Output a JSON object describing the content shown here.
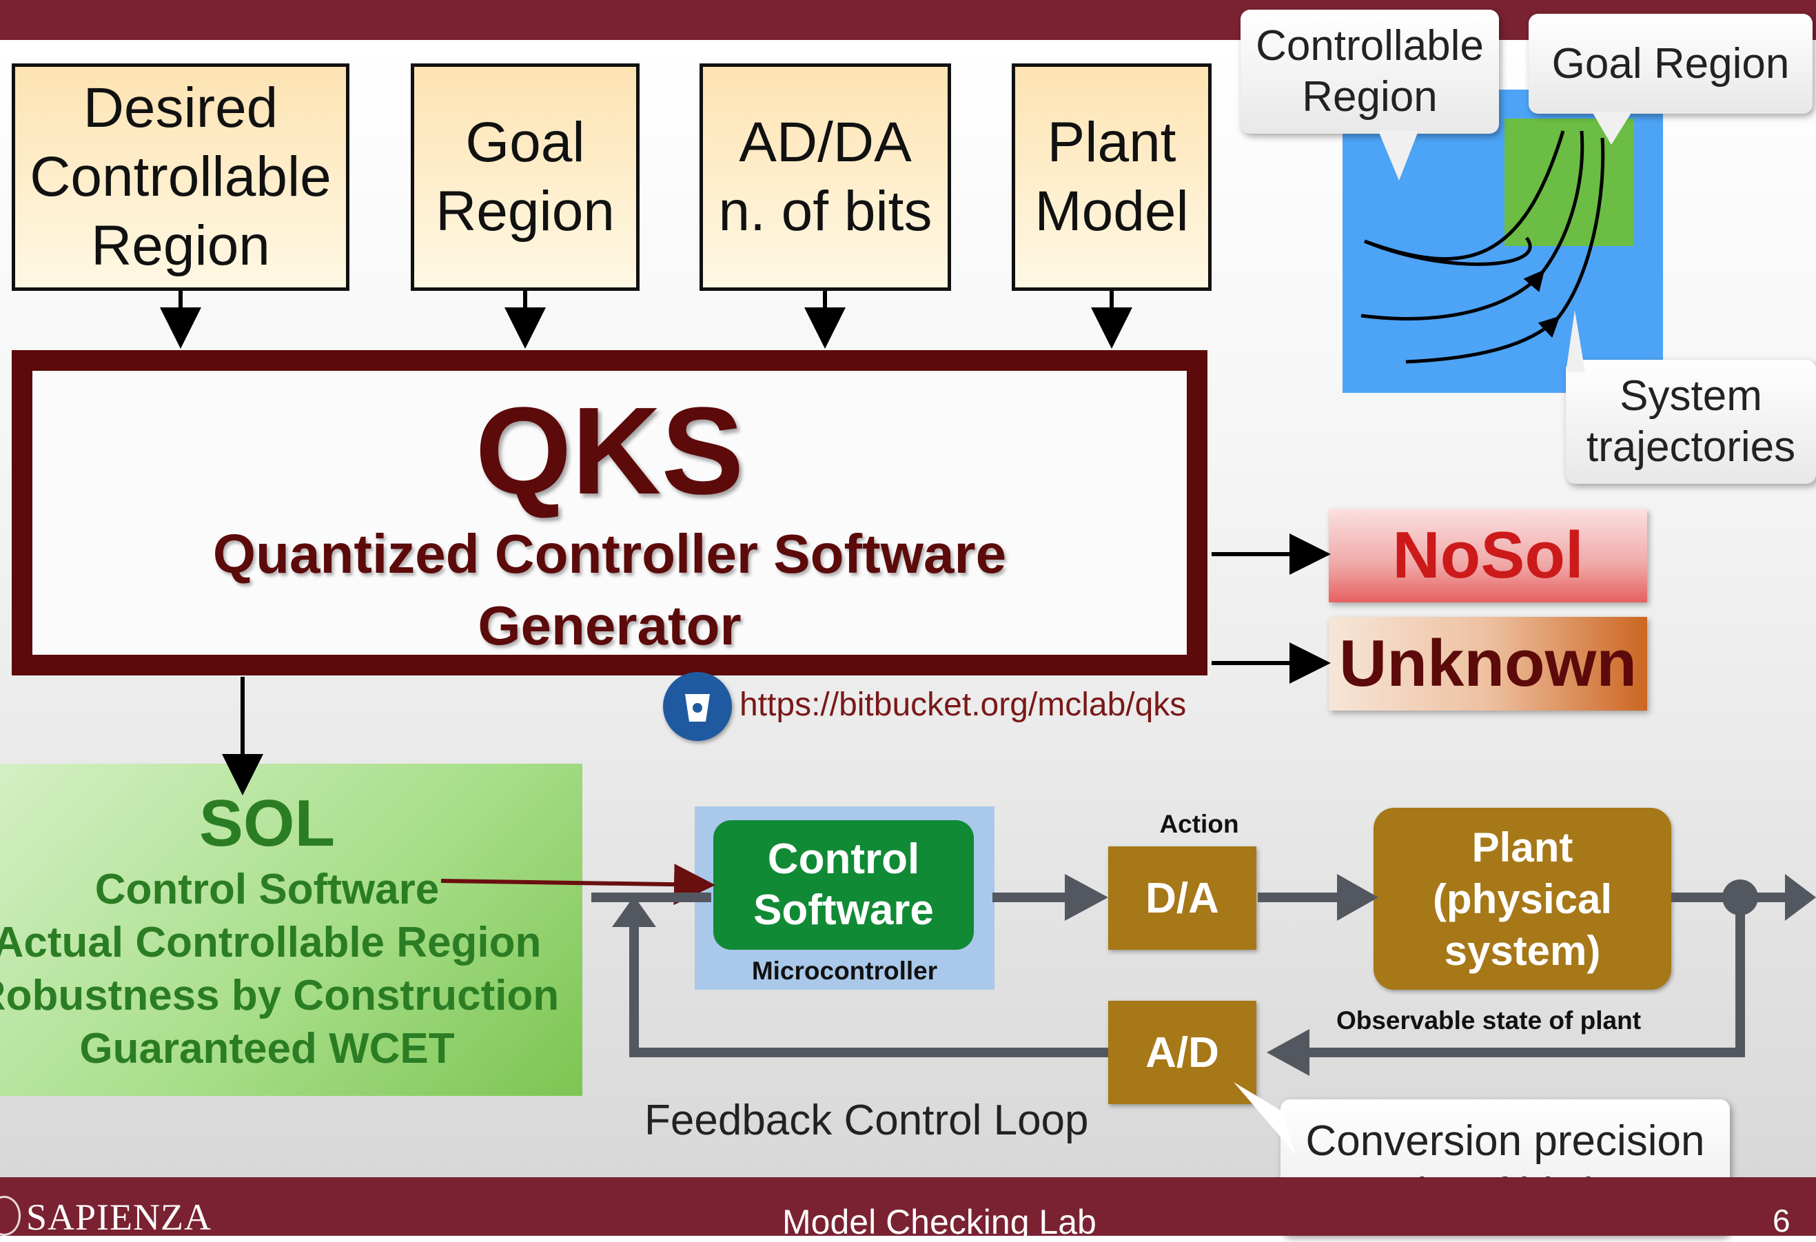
{
  "inputs": [
    {
      "name": "input-desired-controllable-region",
      "label": "Desired\nControllable\nRegion"
    },
    {
      "name": "input-goal-region",
      "label": "Goal\nRegion"
    },
    {
      "name": "input-adda-bits",
      "label": "AD/DA\nn. of bits"
    },
    {
      "name": "input-plant-model",
      "label": "Plant\nModel"
    }
  ],
  "qks": {
    "title": "QKS",
    "subtitle": "Quantized Controller Software\nGenerator",
    "url": "https://bitbucket.org/mclab/qks"
  },
  "results": {
    "nosol": "NoSol",
    "unknown": "Unknown"
  },
  "sol": {
    "title": "SOL",
    "lines": [
      "Control Software",
      "Actual Controllable Region",
      "Robustness by Construction",
      "Guaranteed WCET"
    ]
  },
  "figure": {
    "callout_controllable": "Controllable\nRegion",
    "callout_goal": "Goal Region",
    "callout_trajectories": "System\ntrajectories"
  },
  "loop": {
    "control_software": "Control\nSoftware",
    "microcontroller": "Microcontroller",
    "action": "Action",
    "da": "D/A",
    "plant": "Plant\n(physical\nsystem)",
    "ad": "A/D",
    "observable": "Observable state of plant",
    "caption": "Feedback Control Loop",
    "conversion": "Conversion precision\n(n. of bits)"
  },
  "footer": {
    "logo": "SAPIENZA",
    "title": "Model Checking Lab",
    "page": "6"
  },
  "colors": {
    "maroon": "#7a2232",
    "qks": "#5c0a0a",
    "sol_green": "#2b7d23",
    "control_green": "#118a36",
    "gold": "#a67818",
    "blue_region": "#4da3f5",
    "goal_green": "#6bbd44",
    "nosol_red": "#cc1a1a"
  },
  "icons": [
    "bitbucket-icon",
    "sapienza-seal-icon"
  ]
}
